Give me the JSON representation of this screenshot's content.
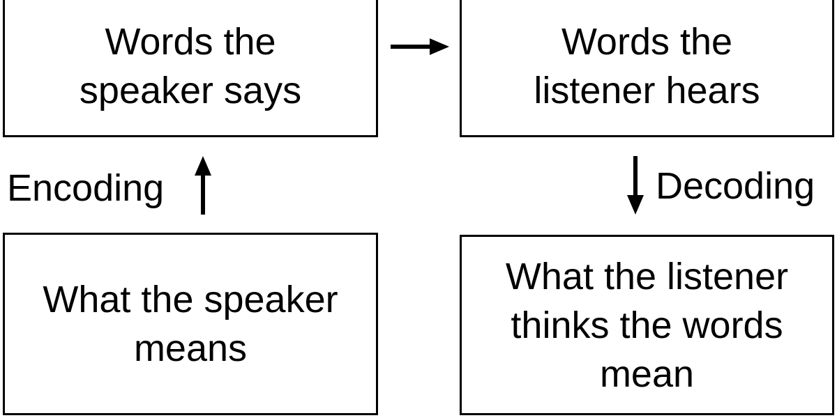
{
  "boxes": {
    "words_said": "Words the speaker says",
    "words_heard": "Words the listener hears",
    "speaker_means": "What the speaker means",
    "listener_thinks": "What the listener thinks the words mean"
  },
  "labels": {
    "encoding": "Encoding",
    "decoding": "Decoding"
  },
  "colors": {
    "stroke": "#000000",
    "background": "#ffffff"
  }
}
